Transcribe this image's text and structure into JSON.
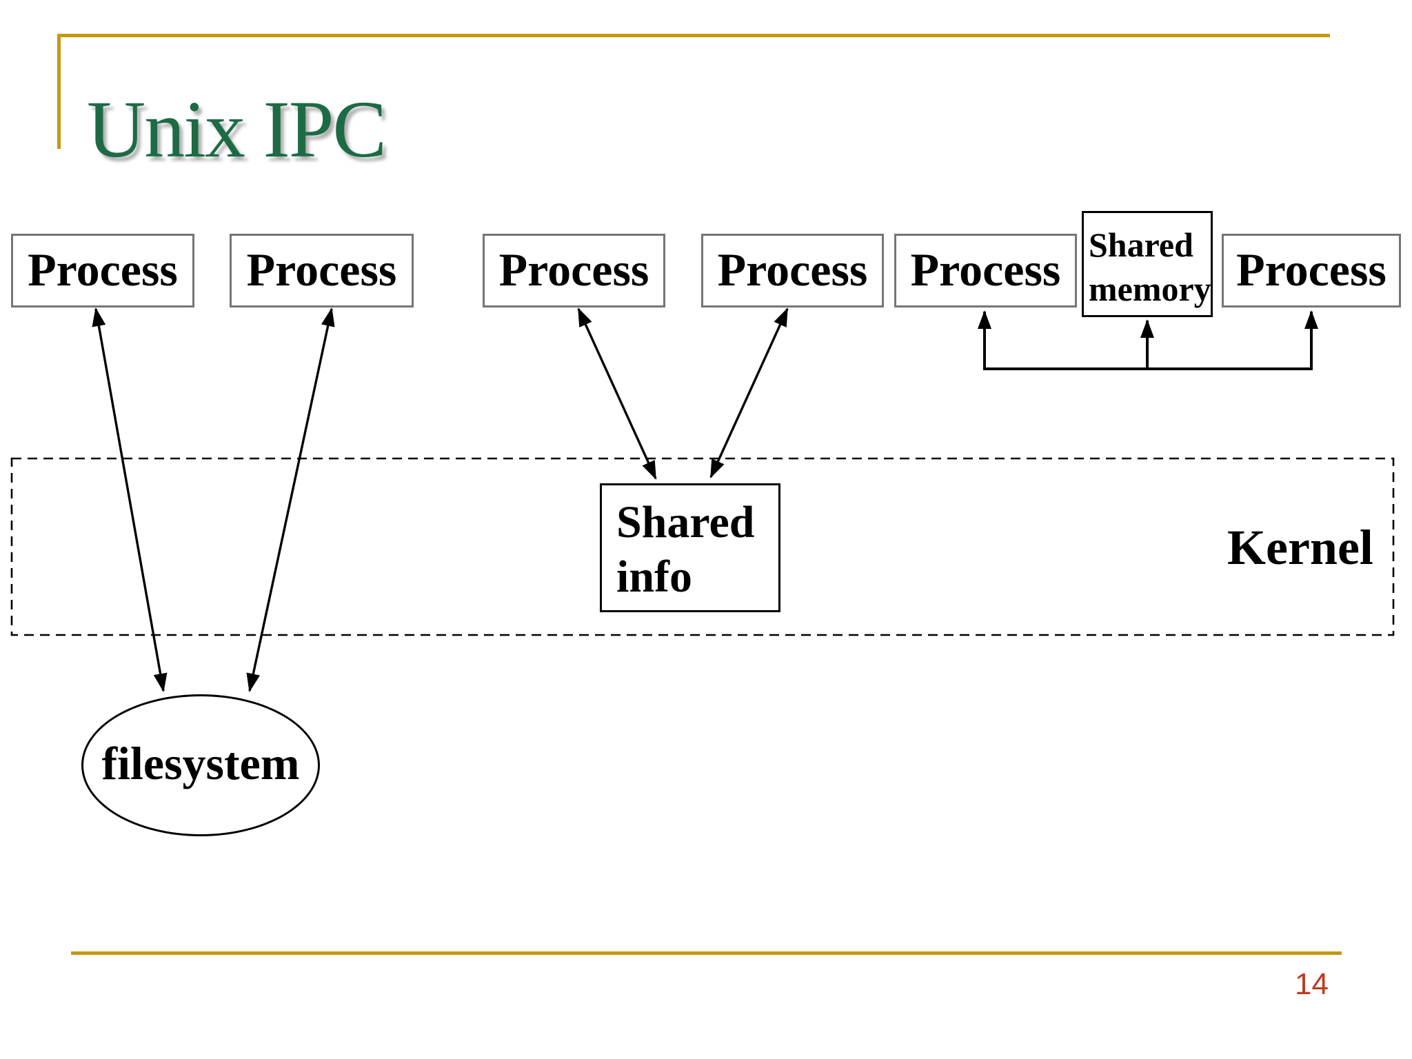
{
  "slide": {
    "title": "Unix IPC",
    "page_number": "14"
  },
  "diagram": {
    "process_boxes": [
      {
        "label": "Process"
      },
      {
        "label": "Process"
      },
      {
        "label": "Process"
      },
      {
        "label": "Process"
      },
      {
        "label": "Process"
      },
      {
        "label": "Process"
      }
    ],
    "shared_memory_box": {
      "line1": "Shared",
      "line2": "memory"
    },
    "kernel_label": "Kernel",
    "shared_info_box": {
      "line1": "Shared",
      "line2": "info"
    },
    "filesystem_label": "filesystem"
  },
  "colors": {
    "accent_gold": "#C7980E",
    "title_green": "#1C6B45",
    "page_number_red": "#BE3A1D",
    "diagram_ink": "#000000",
    "process_border_gray": "#757575"
  }
}
